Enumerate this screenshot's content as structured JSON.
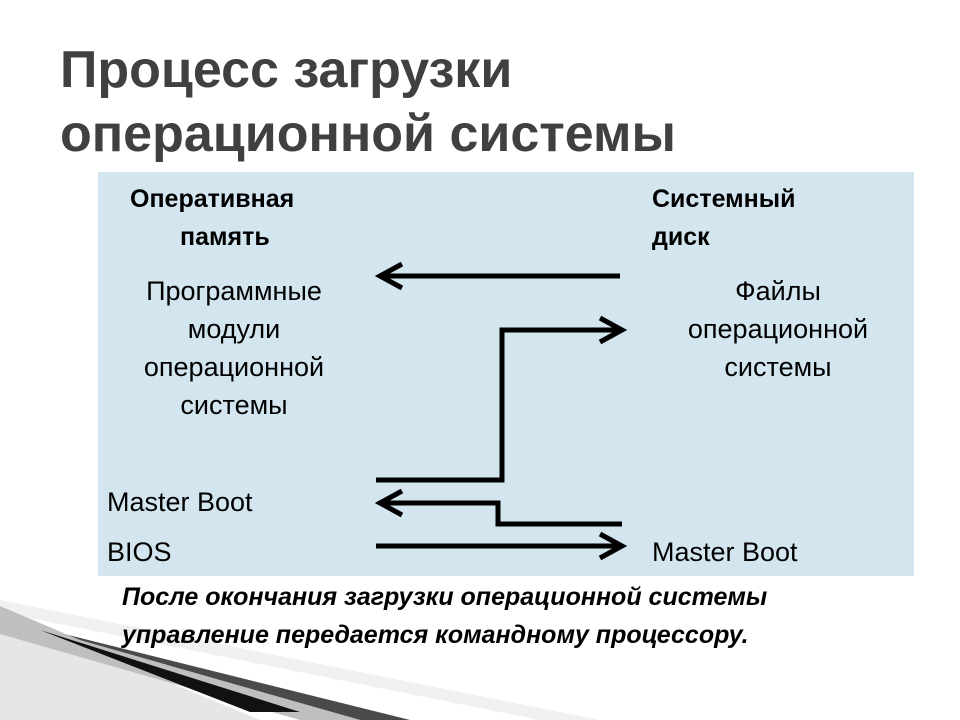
{
  "title": {
    "line1": "Процесс загрузки",
    "line2": "операционной системы"
  },
  "left_column": {
    "header_line1": "Оперативная",
    "header_line2": "память",
    "modules_line1": "Программные",
    "modules_line2": "модули",
    "modules_line3": "операционной",
    "modules_line4": "системы",
    "master_boot": "Master Boot",
    "bios": "BIOS"
  },
  "right_column": {
    "header_line1": "Системный",
    "header_line2": "диск",
    "files_line1": "Файлы",
    "files_line2": "операционной",
    "files_line3": "системы",
    "master_boot": "Master Boot"
  },
  "caption": {
    "line1": "После окончания загрузки операционной системы",
    "line2": "управление передается командному процессору."
  },
  "colors": {
    "title": "#404040",
    "panel": "#d3e6f0",
    "arrow": "#000000"
  }
}
